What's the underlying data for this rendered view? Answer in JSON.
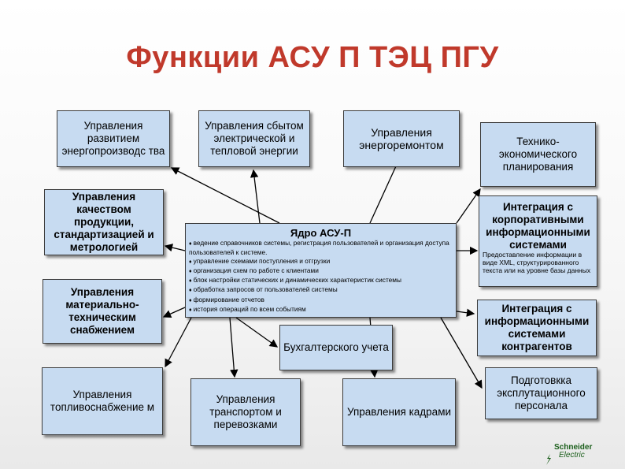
{
  "title": "Функции АСУ П ТЭЦ ПГУ",
  "boxes": {
    "development": "Управления развитием энергопроизводс тва",
    "sales": "Управления сбытом электрической и тепловой энергии",
    "repair": "Управления энергоремонтом",
    "planning": "Технико-экономического планирования",
    "quality": "Управления качеством продукции, стандартизацией и метрологией",
    "corporate": "Интеграция с корпоративными информационными системами",
    "supply": "Управления материально-техническим снабжением",
    "contractors": "Интеграция с информационными системами контрагентов",
    "accounting": "Бухгалтерского учета",
    "fuel": "Управления топливоснабжение м",
    "transport": "Управления транспортом и перевозками",
    "hr": "Управления кадрами",
    "training": "Подготовкка эксплутационного персонала"
  },
  "corporate_note": "Предоставление информации в виде XML, структурированного текста или на уровне базы данных",
  "core": {
    "title": "Ядро АСУ-П",
    "items": [
      "ведение справочников системы, регистрация пользователей и организация доступа пользователей к системе.",
      "управление схемами поступления и отгрузки",
      "организация схем по работе с клиентами",
      "блок настройки статических и динамических характеристик системы",
      "обработка запросов от пользователей системы",
      "формирование отчетов",
      "история операций по всем событиям"
    ]
  },
  "logo": {
    "line1": "Schneider",
    "line2": "Electric"
  },
  "colors": {
    "title": "#c0392b",
    "box_fill": "#c7dbf1",
    "logo": "#1a5e1a"
  }
}
